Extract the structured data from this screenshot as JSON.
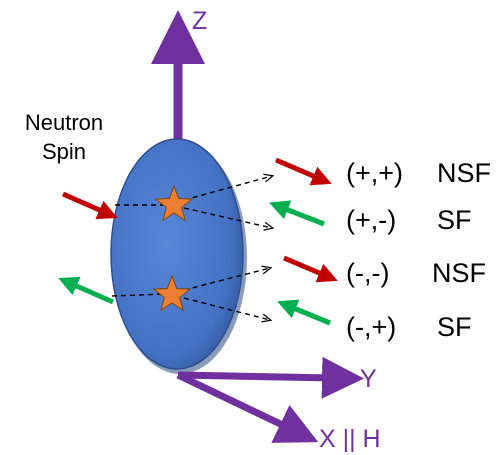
{
  "labels": {
    "z_axis": "Z",
    "y_axis": "Y",
    "x_axis": "X || H",
    "neutron_spin_line1": "Neutron",
    "neutron_spin_line2": "Spin"
  },
  "channels": [
    {
      "polarization": "(+,+)",
      "type": "NSF",
      "arrow": "red"
    },
    {
      "polarization": "(+,-)",
      "type": "SF",
      "arrow": "green"
    },
    {
      "polarization": "(-,-)",
      "type": "NSF",
      "arrow": "red"
    },
    {
      "polarization": "(-,+)",
      "type": "SF",
      "arrow": "green"
    }
  ],
  "colors": {
    "axis": "#7030a0",
    "sample": "#4472c4",
    "sample_edge": "#2f4f8f",
    "star": "#ed7d31",
    "arrow_red": "#c00000",
    "arrow_green": "#00b050",
    "scatter_path": "#000000"
  }
}
